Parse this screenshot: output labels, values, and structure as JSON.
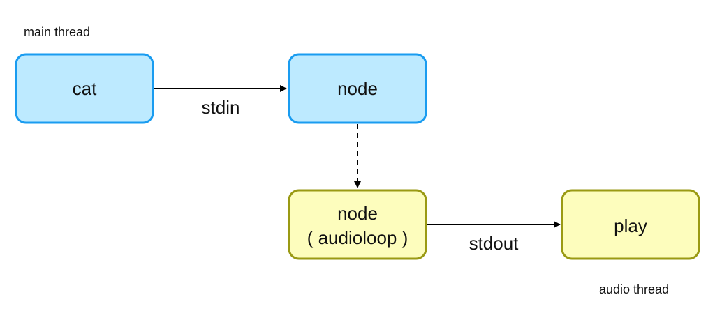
{
  "regions": {
    "main_thread": "main thread",
    "audio_thread": "audio thread"
  },
  "nodes": {
    "cat": {
      "label": "cat"
    },
    "node_main": {
      "label": "node"
    },
    "node_audio": {
      "line1": "node",
      "line2": "( audioloop )"
    },
    "play": {
      "label": "play"
    }
  },
  "edges": {
    "stdin": {
      "label": "stdin"
    },
    "stdout": {
      "label": "stdout"
    }
  },
  "colors": {
    "main_fill": "#bdeaff",
    "main_stroke": "#1a9cf0",
    "audio_fill": "#fdfdbd",
    "audio_stroke": "#9a9a14"
  }
}
